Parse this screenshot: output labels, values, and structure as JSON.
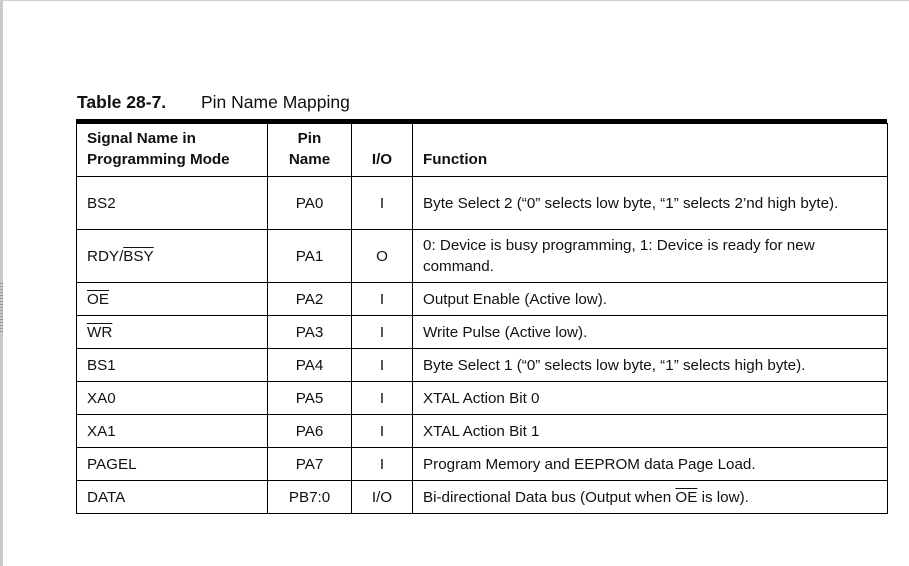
{
  "caption": {
    "number": "Table 28-7.",
    "title": "Pin Name Mapping"
  },
  "headers": {
    "signal_line1": "Signal Name in",
    "signal_line2": "Programming Mode",
    "pin_line1": "Pin",
    "pin_line2": "Name",
    "io": "I/O",
    "function": "Function"
  },
  "rows": [
    {
      "signal": "BS2",
      "pin": "PA0",
      "io": "I",
      "function": "Byte Select 2 (“0” selects low byte, “1” selects 2’nd high byte)."
    },
    {
      "signal_prefix": "RDY/",
      "signal_overline": "BSY",
      "pin": "PA1",
      "io": "O",
      "function": "0: Device is busy programming, 1: Device is ready for new command."
    },
    {
      "signal_overline": "OE",
      "pin": "PA2",
      "io": "I",
      "function": "Output Enable (Active low)."
    },
    {
      "signal_overline": "WR",
      "pin": "PA3",
      "io": "I",
      "function": "Write Pulse (Active low)."
    },
    {
      "signal": "BS1",
      "pin": "PA4",
      "io": "I",
      "function": "Byte Select 1 (“0” selects low byte, “1” selects high byte)."
    },
    {
      "signal": "XA0",
      "pin": "PA5",
      "io": "I",
      "function": "XTAL Action Bit 0"
    },
    {
      "signal": "XA1",
      "pin": "PA6",
      "io": "I",
      "function": "XTAL Action Bit 1"
    },
    {
      "signal": "PAGEL",
      "pin": "PA7",
      "io": "I",
      "function": "Program Memory and EEPROM data Page Load."
    },
    {
      "signal": "DATA",
      "pin": "PB7:0",
      "io": "I/O",
      "function_prefix": "Bi-directional Data bus (Output when ",
      "function_overline": "OE",
      "function_suffix": " is low)."
    }
  ]
}
